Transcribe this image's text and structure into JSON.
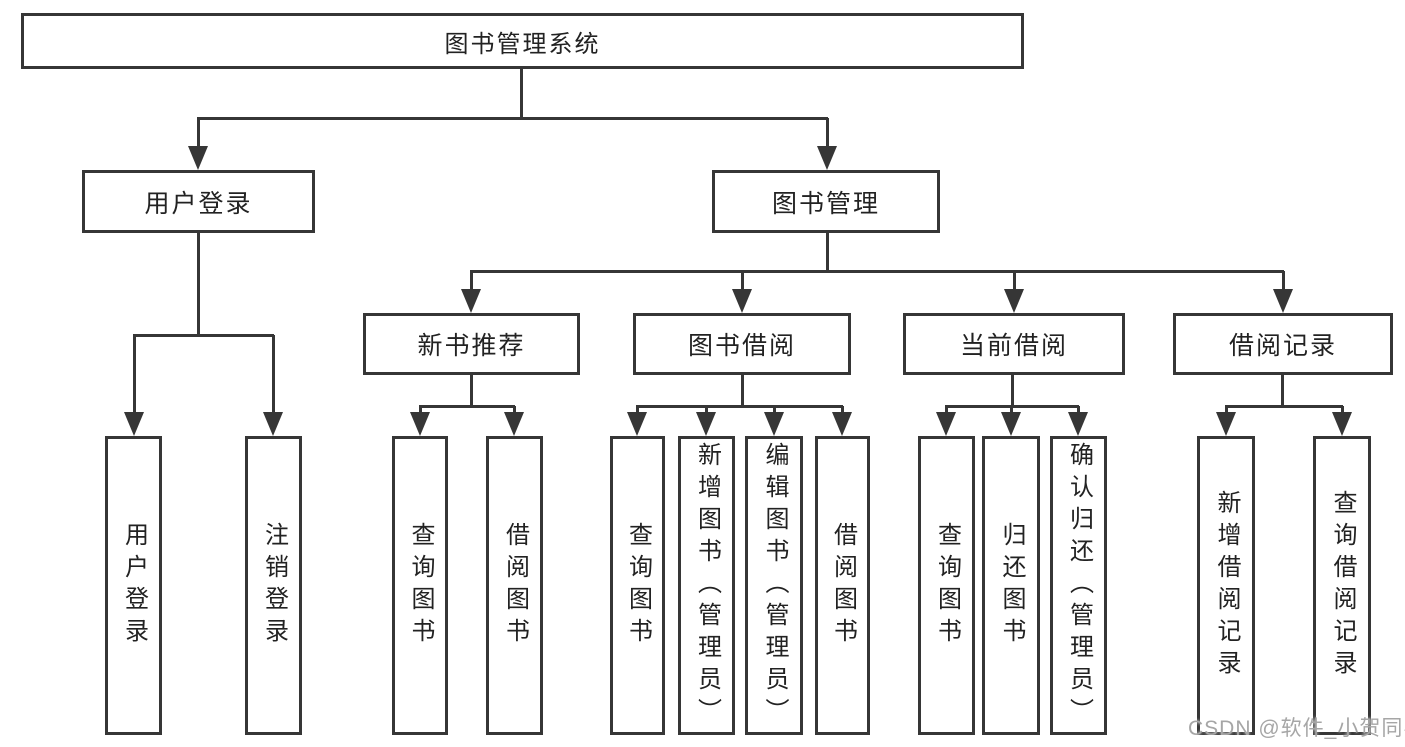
{
  "diagram": {
    "title": "图书管理系统",
    "branches": [
      {
        "label": "用户登录",
        "children": [
          "用户登录",
          "注销登录"
        ]
      },
      {
        "label": "图书管理",
        "sections": [
          {
            "label": "新书推荐",
            "children": [
              "查询图书",
              "借阅图书"
            ]
          },
          {
            "label": "图书借阅",
            "children": [
              "查询图书",
              "新增图书（管理员）",
              "编辑图书（管理员）",
              "借阅图书"
            ]
          },
          {
            "label": "当前借阅",
            "children": [
              "查询图书",
              "归还图书",
              "确认归还（管理员）"
            ]
          },
          {
            "label": "借阅记录",
            "children": [
              "新增借阅记录",
              "查询借阅记录"
            ]
          }
        ]
      }
    ]
  },
  "watermark": {
    "text": "CSDN @软件_小贺同学"
  },
  "colors": {
    "line": "#363636",
    "box_border": "#363636",
    "box_background": "#ffffff",
    "text": "#222222",
    "watermark": "#a6a6a6",
    "page_background": "#ffffff"
  }
}
